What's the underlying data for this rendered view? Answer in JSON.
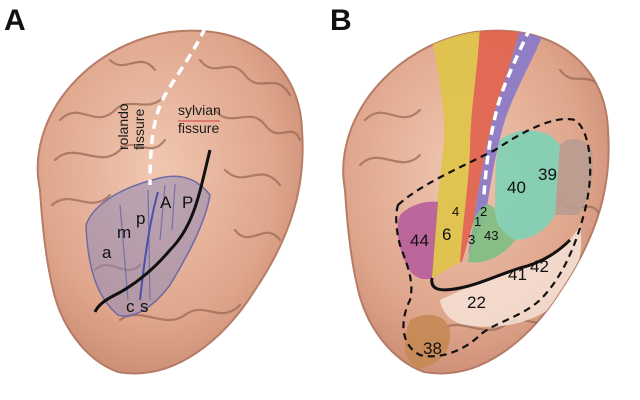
{
  "panel_a": {
    "letter": "A",
    "fissure_labels": {
      "rolando_line1": "rolando",
      "rolando_line2": "fissure",
      "sylvian_line1": "sylvian",
      "sylvian_line2": "fissure"
    },
    "subregions": [
      "a",
      "m",
      "p",
      "A",
      "P",
      "c",
      "s"
    ]
  },
  "panel_b": {
    "letter": "B",
    "areas": [
      "44",
      "6",
      "4",
      "3",
      "1",
      "2",
      "43",
      "40",
      "39",
      "22",
      "41",
      "42",
      "38"
    ]
  },
  "colors": {
    "brain": "#e8b59c",
    "sulcus": "#9a6a57",
    "area_6": "#e0c34a",
    "area_4": "#e0644f",
    "area_3_1_2": "#8a79c8",
    "area_44": "#b7609a",
    "area_40": "#7fd0b4",
    "area_43": "#7fbf83",
    "area_39": "#b89c90",
    "area_38": "#c58a56",
    "overlay_a": "#8f8bb8"
  }
}
